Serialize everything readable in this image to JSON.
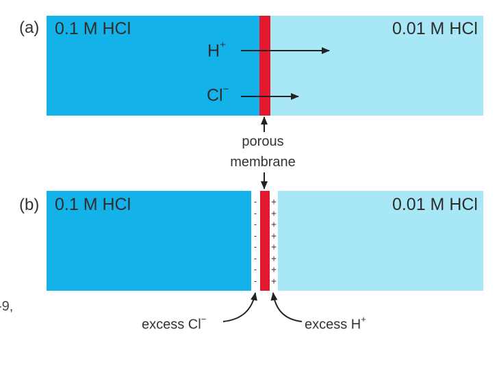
{
  "colors": {
    "concentrated": "#13b3ea",
    "dilute": "#a8e7f6",
    "membrane": "#e3192f",
    "arrow": "#222222"
  },
  "panel_a": {
    "label": "(a)",
    "left_solution": "0.1 M HCl",
    "right_solution": "0.01 M HCl",
    "ion1": {
      "symbol": "H",
      "charge": "+"
    },
    "ion2": {
      "symbol": "Cl",
      "charge": "−"
    }
  },
  "membrane_label": {
    "line1": "porous",
    "line2": "membrane"
  },
  "panel_b": {
    "label": "(b)",
    "left_solution": "0.1 M HCl",
    "right_solution": "0.01 M HCl",
    "left_charges": [
      "-",
      "-",
      "-",
      "-",
      "-",
      "-",
      "-",
      "-"
    ],
    "right_charges": [
      "+",
      "+",
      "+",
      "+",
      "+",
      "+",
      "+",
      "+"
    ],
    "excess_left": {
      "text": "excess Cl",
      "charge": "−"
    },
    "excess_right": {
      "text": "excess H",
      "charge": "+"
    }
  },
  "cropped_edge_text": "-9,"
}
